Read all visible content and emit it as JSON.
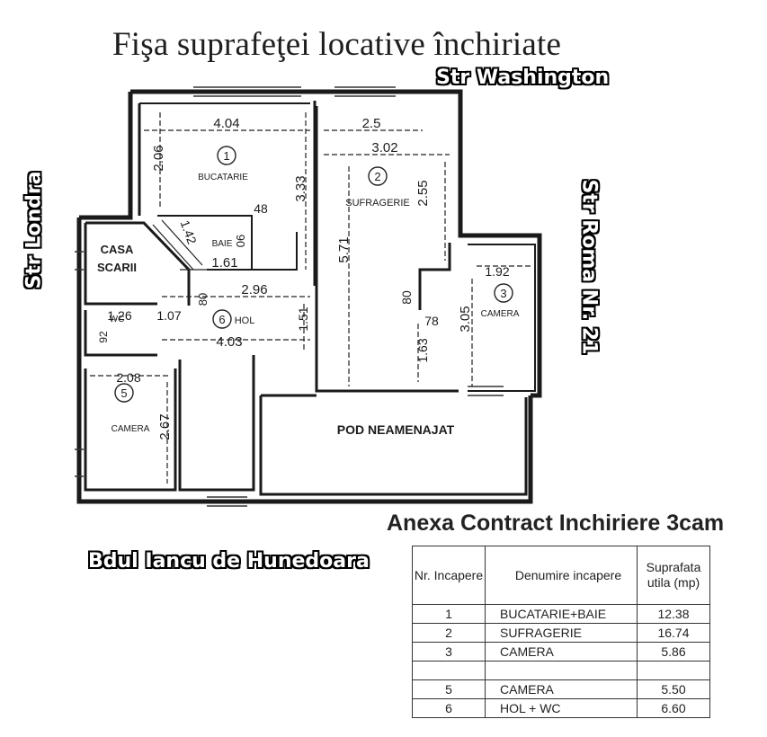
{
  "title": "Fişa suprafeţei locative închiriate",
  "streets": {
    "north": "Str Washington",
    "west": "Str Londra",
    "east": "Str Roma Nr. 21",
    "south": "Bdul Iancu de Hunedoara"
  },
  "rooms": {
    "r1": {
      "num": "1",
      "name": "BUCATARIE"
    },
    "r2": {
      "num": "2",
      "name": "SUFRAGERIE"
    },
    "r3": {
      "num": "3",
      "name": "CAMERA"
    },
    "r5": {
      "num": "5",
      "name": "CAMERA"
    },
    "r6": {
      "num": "6",
      "name": "HOL"
    },
    "baie": "BAIE",
    "wc": "WC",
    "casa_scarii_1": "CASA",
    "casa_scarii_2": "SCARII",
    "pod": "POD NEAMENAJAT"
  },
  "dims": {
    "d404": "4.04",
    "d206": "2.06",
    "d333": "3.33",
    "d142": "1.42",
    "d48": "48",
    "d06": "06",
    "d161": "1.61",
    "d25": "2.5",
    "d302": "3.02",
    "d255": "2.55",
    "d571": "5.71",
    "d80a": "80",
    "d78": "78",
    "d163": "1.63",
    "d192": "1.92",
    "d305": "3.05",
    "d296": "2.96",
    "d80b": "80",
    "d151": "1.51",
    "d126": "1.26",
    "d107": "1.07",
    "d92": "92",
    "d403": "4.03",
    "d208": "2.08",
    "d267": "2.67"
  },
  "annex": {
    "heading": "Anexa Contract Inchiriere 3cam",
    "headers": [
      "Nr. Incapere",
      "Denumire incapere",
      "Suprafata utila (mp)"
    ],
    "rows": [
      [
        "1",
        "BUCATARIE+BAIE",
        "12.38"
      ],
      [
        "2",
        "SUFRAGERIE",
        "16.74"
      ],
      [
        "3",
        "CAMERA",
        "5.86"
      ],
      [
        "",
        "",
        ""
      ],
      [
        "5",
        "CAMERA",
        "5.50"
      ],
      [
        "6",
        "HOL + WC",
        "6.60"
      ]
    ]
  }
}
